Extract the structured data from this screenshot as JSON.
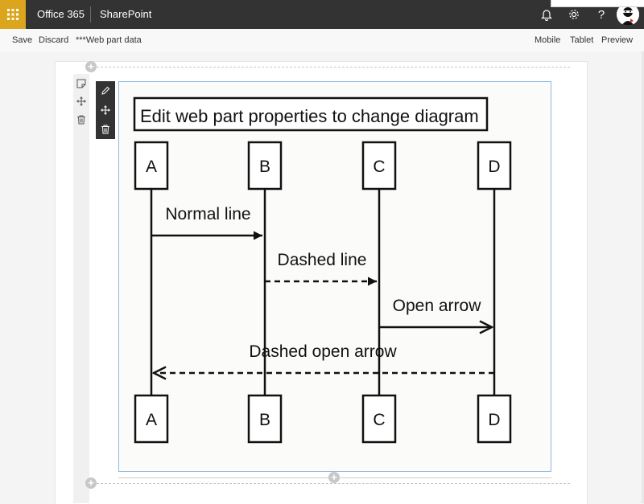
{
  "suitebar": {
    "brand": "Office 365",
    "app": "SharePoint",
    "icons": [
      "waffle-icon",
      "bell-icon",
      "gear-icon",
      "help-icon",
      "avatar"
    ]
  },
  "commandbar": {
    "save": "Save",
    "discard": "Discard",
    "status": "***Web part data",
    "mobile": "Mobile",
    "tablet": "Tablet",
    "preview": "Preview"
  },
  "icons": {
    "help": "?",
    "plus": "+"
  },
  "colors": {
    "suitebar": "#333333",
    "waffle": "#dba61d",
    "webpart_border": "#8fb9dd",
    "diagram_stroke": "#111111"
  },
  "diagram": {
    "title": "Edit web part properties to change diagram",
    "participants": [
      "A",
      "B",
      "C",
      "D"
    ],
    "messages": [
      {
        "from": "A",
        "to": "B",
        "label": "Normal line",
        "style": "solid",
        "arrow": "filled"
      },
      {
        "from": "B",
        "to": "C",
        "label": "Dashed line",
        "style": "dashed",
        "arrow": "filled"
      },
      {
        "from": "C",
        "to": "D",
        "label": "Open arrow",
        "style": "solid",
        "arrow": "open"
      },
      {
        "from": "D",
        "to": "A",
        "label": "Dashed open arrow",
        "style": "dashed",
        "arrow": "open"
      }
    ]
  }
}
